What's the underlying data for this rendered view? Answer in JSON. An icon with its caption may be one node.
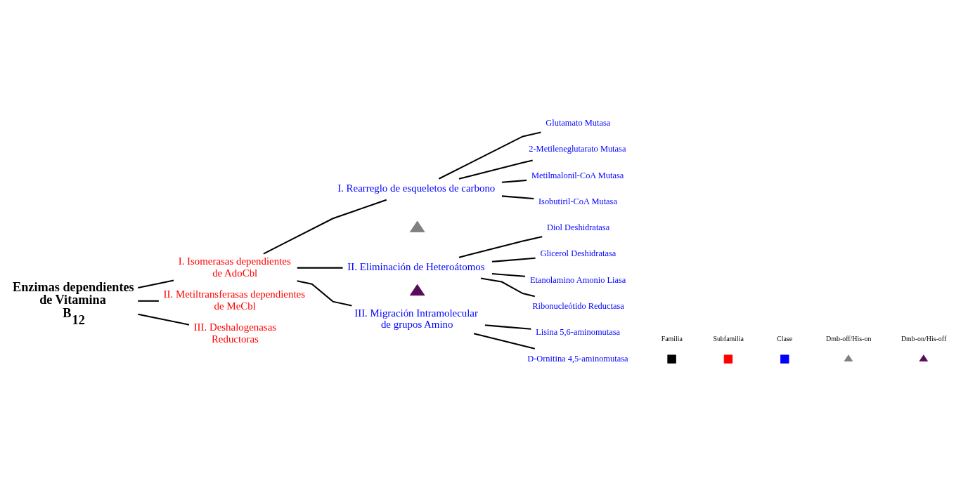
{
  "diagram": {
    "nodes": [
      {
        "text": [
          "Enzimas dependientes de Vitamina B$_{12}$"
        ]
      },
      {
        "text": [
          "I. Isomerasas dependientes de AdoCbl"
        ]
      },
      {
        "text": [
          "II. Metiltransferasas dependientes de MeCbl"
        ]
      },
      {
        "text": [
          "III. Deshalogenasas Reductoras"
        ]
      },
      {
        "text": [
          "I. Rearreglo de esqueletos de carbono"
        ]
      },
      {
        "text": [],
        "shape": "triangle"
      },
      {
        "text": [
          "II. Eliminación de Heteroátomos"
        ]
      },
      {
        "text": [],
        "shape": "triangle"
      },
      {
        "text": [
          "III. Migración Intramolecular de grupos Amino"
        ]
      },
      {
        "text": [
          "Glutamato Mutasa"
        ]
      },
      {
        "text": [
          "2-Metileneglutarato Mutasa"
        ]
      },
      {
        "text": [
          "Metilmalonil-CoA Mutasa"
        ]
      },
      {
        "text": [
          "Isobutiril-CoA Mutasa"
        ]
      },
      {
        "text": [
          "Diol Deshidratasa"
        ]
      },
      {
        "text": [
          "Glicerol Deshidratasa"
        ]
      },
      {
        "text": [
          "Etanolamino Amonio Liasa"
        ]
      },
      {
        "text": [
          "Ribonucleótido Reductasa"
        ]
      },
      {
        "text": [
          "Lisina 5,6-aminomutasa"
        ]
      },
      {
        "text": [
          "D-Ornitina 4,5-aminomutasa"
        ]
      }
    ],
    "edges": [
      {
        "from": 0,
        "to": 1,
        "arrow": "none"
      },
      {
        "from": 0,
        "to": 2,
        "arrow": "none"
      },
      {
        "from": 0,
        "to": 3,
        "arrow": "none"
      },
      {
        "from": 1,
        "to": 4,
        "arrow": "none"
      },
      {
        "from": 1,
        "to": 6,
        "arrow": "none"
      },
      {
        "from": 1,
        "to": 8,
        "arrow": "none"
      },
      {
        "from": 4,
        "to": 9,
        "arrow": "none"
      },
      {
        "from": 4,
        "to": 10,
        "arrow": "none"
      },
      {
        "from": 4,
        "to": 11,
        "arrow": "none"
      },
      {
        "from": 4,
        "to": 12,
        "arrow": "none"
      },
      {
        "from": 6,
        "to": 13,
        "arrow": "none"
      },
      {
        "from": 6,
        "to": 14,
        "arrow": "none"
      },
      {
        "from": 6,
        "to": 15,
        "arrow": "none"
      },
      {
        "from": 6,
        "to": 16,
        "arrow": "none"
      },
      {
        "from": 8,
        "to": 17,
        "arrow": "none"
      },
      {
        "from": 8,
        "to": 18,
        "arrow": "none"
      }
    ],
    "legend": [
      {
        "text": "Familia",
        "color": "#000000"
      },
      {
        "text": "Subfamilia",
        "color": "#ff0000"
      },
      {
        "text": "Clase",
        "color": "#0000ff"
      },
      {
        "text": "Dmb-off/His-on"
      },
      {
        "text": "Dmb-on/His-off"
      }
    ]
  }
}
